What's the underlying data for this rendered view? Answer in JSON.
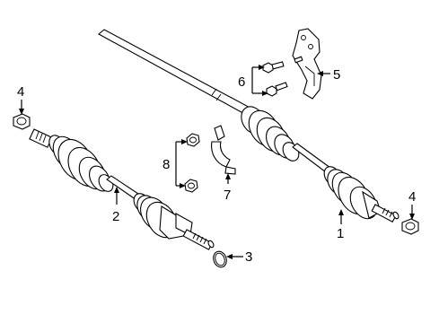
{
  "callouts": {
    "c1": "1",
    "c2": "2",
    "c3": "3",
    "c4a": "4",
    "c4b": "4",
    "c5": "5",
    "c6": "6",
    "c7": "7",
    "c8": "8"
  }
}
